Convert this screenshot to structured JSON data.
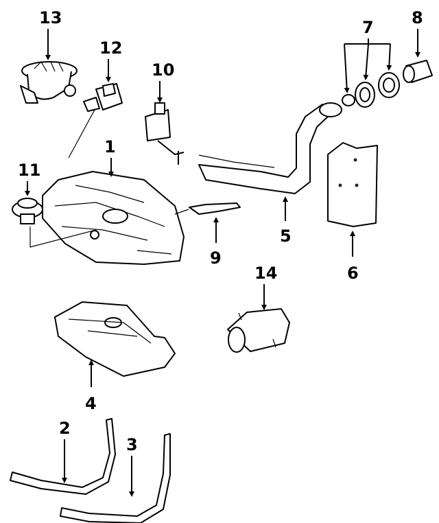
{
  "callouts": {
    "c1": "1",
    "c2": "2",
    "c3": "3",
    "c4": "4",
    "c5": "5",
    "c6": "6",
    "c7": "7",
    "c8": "8",
    "c9": "9",
    "c10": "10",
    "c11": "11",
    "c12": "12",
    "c13": "13",
    "c14": "14"
  },
  "colors": {
    "ink": "#000000",
    "paper": "#ffffff"
  }
}
